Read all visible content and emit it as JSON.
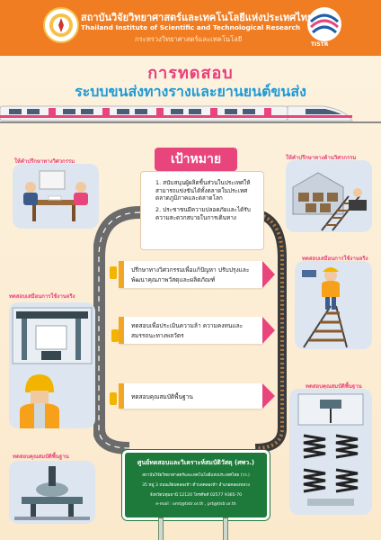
{
  "header": {
    "institute_th": "สถาบันวิจัยวิทยาศาสตร์และเทคโนโลยีแห่งประเทศไทย",
    "institute_en": "Thailand Institute of Scientific and Technological Research",
    "ministry": "กระทรวงวิทยาศาสตร์และเทคโนโลยี",
    "logo_label": "TISTR"
  },
  "title": {
    "line1": "การทดสอบ",
    "line2": "ระบบขนส่งทางรางและยานยนต์ขนส่ง"
  },
  "goal": {
    "heading": "เป้าหมาย",
    "items": [
      "1. สนับสนุนผู้ผลิตชิ้นส่วนในประเทศให้สามารถแข่งขันได้ทั้งตลาดในประเทศ ตลาดภูมิภาคและตลาดโลก",
      "2. ประชาชนมีความปลอดภัยและได้รับความสะดวกสบายในการเดินทาง"
    ]
  },
  "steps": [
    "ปรึกษาทางวิศวกรรมเพื่อแก้ปัญหา ปรับปรุงและพัฒนาคุณภาพวัสดุและผลิตภัณฑ์",
    "ทดสอบเพื่อประเมินความล้า ความคงทนและสมรรถนะทางพลวัตร",
    "ทดสอบคุณสมบัติพื้นฐาน"
  ],
  "side_labels": {
    "left_top": "ให้คำปรึกษาทางวิศวกรรม",
    "right_top": "ให้คำปรึกษาทางด้านวิศวกรรม",
    "left_mid": "ทดสอบเสมือนการใช้งานจริง",
    "right_mid": "ทดสอบเสมือนการใช้งานจริง",
    "left_bottom": "ทดสอบคุณสมบัติพื้นฐาน",
    "right_bottom": "ทดสอบคุณสมบัติพื้นฐาน"
  },
  "sign": {
    "title": "ศูนย์ทดสอบและวิเคราะห์สมบัติวัสดุ (ศพว.)",
    "lines": [
      "สถาบันวิจัยวิทยาศาสตร์และเทคโนโลยีแห่งประเทศไทย (วว.)",
      "35 หมู่ 3 ถนนเลียบคลองห้า ตำบลคลองห้า อำเภอคลองหลวง",
      "จังหวัดปทุมธานี 12120 โทรศัพท์ 02577 9365-70",
      "e-mail : omt@tistr.or.th , prt@tistr.or.th"
    ]
  },
  "colors": {
    "header": "#f07d22",
    "pink": "#e8457c",
    "blue": "#1e9ad6",
    "sign_green": "#1e7a3a"
  }
}
